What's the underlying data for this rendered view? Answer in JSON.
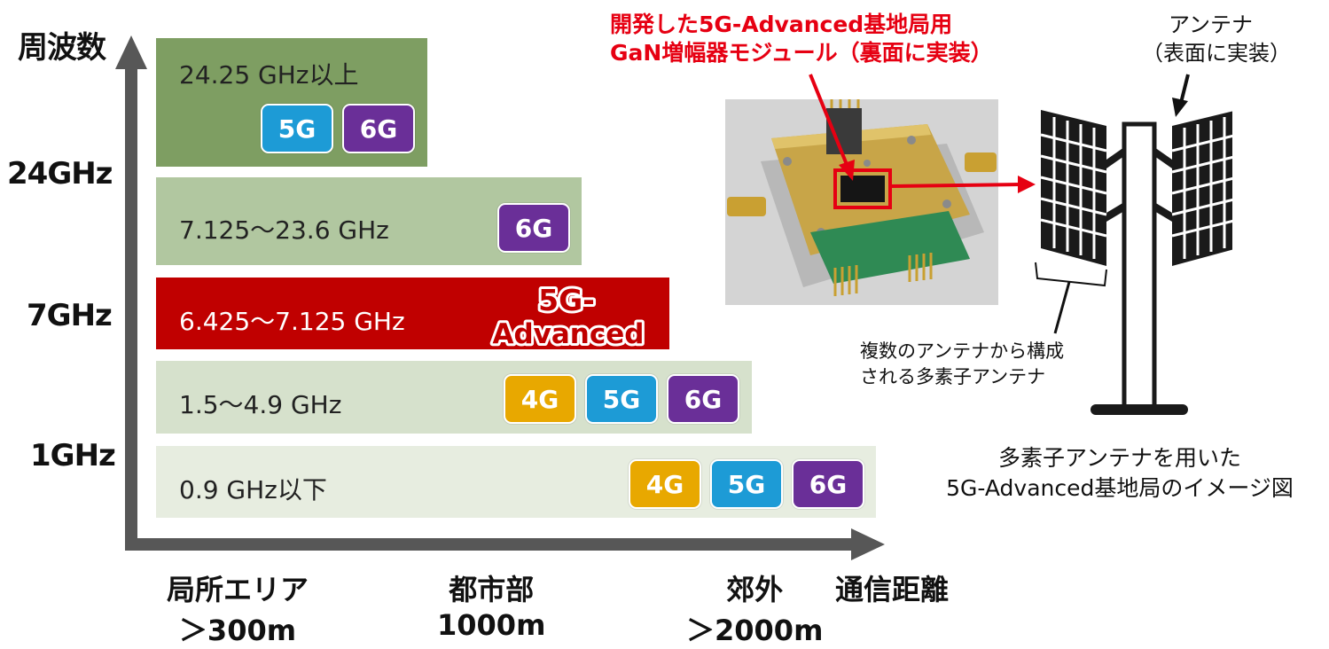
{
  "y_axis": {
    "title": "周波数",
    "ticks": [
      "24GHz",
      "7GHz",
      "1GHz"
    ]
  },
  "x_axis": {
    "title": "通信距離",
    "labels": [
      {
        "name": "局所エリア",
        "dist": "＞300m"
      },
      {
        "name": "都市部",
        "dist": "1000m"
      },
      {
        "name": "郊外",
        "dist": "＞2000m"
      }
    ]
  },
  "bands": [
    {
      "label": "24.25 GHz以上",
      "badges": [
        "5G",
        "6G"
      ]
    },
    {
      "label": "7.125～23.6 GHz",
      "badges": [
        "6G"
      ]
    },
    {
      "label": "6.425～7.125 GHz",
      "badge_text": [
        "5G-",
        "Advanced"
      ]
    },
    {
      "label": "1.5～4.9 GHz",
      "badges": [
        "4G",
        "5G",
        "6G"
      ]
    },
    {
      "label": "0.9 GHz以下",
      "badges": [
        "4G",
        "5G",
        "6G"
      ]
    }
  ],
  "colors": {
    "band_1": "#7e9e62",
    "band_2": "#b1c7a0",
    "band_3": "#c00000",
    "band_4": "#d6e1cc",
    "band_5": "#e7ede0",
    "badge_4G": "#e8a800",
    "badge_5G": "#1d9bd6",
    "badge_6G": "#6a2f98",
    "axis": "#575757",
    "highlight": "#e60012"
  },
  "module_caption": [
    "開発した5G-Advanced基地局用",
    "GaN増幅器モジュール（裏面に実装）"
  ],
  "antenna_caption": [
    "アンテナ",
    "（表面に実装）"
  ],
  "array_note": [
    "複数のアンテナから構成",
    "される多素子アンテナ"
  ],
  "figure_caption": [
    "多素子アンテナを用いた",
    "5G-Advanced基地局のイメージ図"
  ]
}
